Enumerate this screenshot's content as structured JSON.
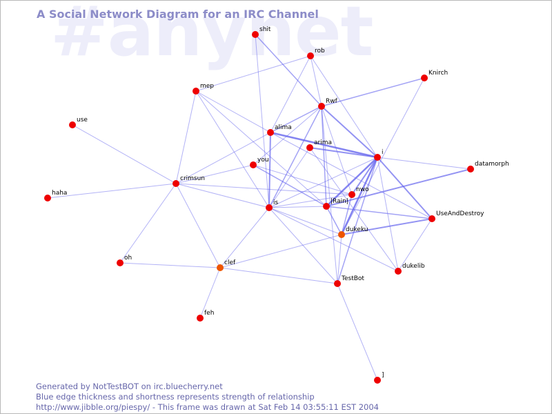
{
  "watermark": "#anynet",
  "title": "A Social Network Diagram for an IRC Channel",
  "footer": {
    "line1": "Generated by NotTestBOT on irc.bluecherry.net",
    "line2": "Blue edge thickness and shortness represents strength of relationship",
    "line3": "http://www.jibble.org/piespy/ - This frame was drawn at Sat Feb 14 03:55:11 EST 2004"
  },
  "colors": {
    "node": "#ee0000",
    "node_active": "#ee5500",
    "edge": "#6666ee",
    "title": "#8c8cc8",
    "watermark": "#ededfa"
  },
  "nodes": [
    {
      "id": "shit",
      "label": "shit"
    },
    {
      "id": "rob",
      "label": "rob"
    },
    {
      "id": "Knirch",
      "label": "Knirch"
    },
    {
      "id": "mep",
      "label": "mep"
    },
    {
      "id": "Rwf",
      "label": "Rwf"
    },
    {
      "id": "use",
      "label": "use"
    },
    {
      "id": "alima",
      "label": "alima"
    },
    {
      "id": "arima",
      "label": "arima"
    },
    {
      "id": "i",
      "label": "i"
    },
    {
      "id": "you",
      "label": "you"
    },
    {
      "id": "datamorph",
      "label": "datamorph"
    },
    {
      "id": "crimsun",
      "label": "crimsun"
    },
    {
      "id": "nwo",
      "label": "nwo"
    },
    {
      "id": "haha",
      "label": "haha"
    },
    {
      "id": "Rain",
      "label": "|Rain|"
    },
    {
      "id": "is",
      "label": "is"
    },
    {
      "id": "UseAndDestroy",
      "label": "UseAndDestroy"
    },
    {
      "id": "dukeku",
      "label": "dukeku",
      "active": true
    },
    {
      "id": "oh",
      "label": "oh"
    },
    {
      "id": "clef",
      "label": "clef",
      "active": true
    },
    {
      "id": "dukelib",
      "label": "dukelib"
    },
    {
      "id": "TestBot",
      "label": "TestBot"
    },
    {
      "id": "feh",
      "label": "feh"
    },
    {
      "id": "bracket",
      "label": "]"
    }
  ],
  "edges": [
    {
      "from": "shit",
      "to": "Rwf",
      "weight": 1.5
    },
    {
      "from": "shit",
      "to": "is",
      "weight": 1
    },
    {
      "from": "rob",
      "to": "mep",
      "weight": 1
    },
    {
      "from": "rob",
      "to": "Rwf",
      "weight": 1
    },
    {
      "from": "rob",
      "to": "alima",
      "weight": 1
    },
    {
      "from": "rob",
      "to": "i",
      "weight": 1
    },
    {
      "from": "Knirch",
      "to": "Rwf",
      "weight": 1.5
    },
    {
      "from": "Knirch",
      "to": "dukeku",
      "weight": 1
    },
    {
      "from": "mep",
      "to": "alima",
      "weight": 1
    },
    {
      "from": "mep",
      "to": "crimsun",
      "weight": 1
    },
    {
      "from": "mep",
      "to": "Rain",
      "weight": 1
    },
    {
      "from": "mep",
      "to": "is",
      "weight": 1
    },
    {
      "from": "Rwf",
      "to": "i",
      "weight": 2
    },
    {
      "from": "Rwf",
      "to": "is",
      "weight": 1.5
    },
    {
      "from": "Rwf",
      "to": "Rain",
      "weight": 1.5
    },
    {
      "from": "Rwf",
      "to": "alima",
      "weight": 1.5
    },
    {
      "from": "Rwf",
      "to": "you",
      "weight": 1
    },
    {
      "from": "Rwf",
      "to": "TestBot",
      "weight": 1
    },
    {
      "from": "Rwf",
      "to": "nwo",
      "weight": 1
    },
    {
      "from": "use",
      "to": "crimsun",
      "weight": 1
    },
    {
      "from": "alima",
      "to": "i",
      "weight": 2.5
    },
    {
      "from": "alima",
      "to": "is",
      "weight": 2
    },
    {
      "from": "alima",
      "to": "crimsun",
      "weight": 1
    },
    {
      "from": "alima",
      "to": "UseAndDestroy",
      "weight": 1
    },
    {
      "from": "arima",
      "to": "i",
      "weight": 2
    },
    {
      "from": "arima",
      "to": "is",
      "weight": 1
    },
    {
      "from": "arima",
      "to": "dukelib",
      "weight": 1
    },
    {
      "from": "i",
      "to": "datamorph",
      "weight": 1
    },
    {
      "from": "i",
      "to": "UseAndDestroy",
      "weight": 2
    },
    {
      "from": "i",
      "to": "nwo",
      "weight": 2
    },
    {
      "from": "i",
      "to": "Rain",
      "weight": 2.5
    },
    {
      "from": "i",
      "to": "dukeku",
      "weight": 2.5
    },
    {
      "from": "i",
      "to": "TestBot",
      "weight": 1.5
    },
    {
      "from": "i",
      "to": "dukelib",
      "weight": 1
    },
    {
      "from": "i",
      "to": "is",
      "weight": 1
    },
    {
      "from": "you",
      "to": "nwo",
      "weight": 1
    },
    {
      "from": "you",
      "to": "Rain",
      "weight": 1.5
    },
    {
      "from": "you",
      "to": "crimsun",
      "weight": 1
    },
    {
      "from": "datamorph",
      "to": "Rain",
      "weight": 2
    },
    {
      "from": "crimsun",
      "to": "haha",
      "weight": 1
    },
    {
      "from": "crimsun",
      "to": "is",
      "weight": 1
    },
    {
      "from": "crimsun",
      "to": "nwo",
      "weight": 1
    },
    {
      "from": "crimsun",
      "to": "clef",
      "weight": 1
    },
    {
      "from": "crimsun",
      "to": "oh",
      "weight": 1
    },
    {
      "from": "nwo",
      "to": "is",
      "weight": 1
    },
    {
      "from": "nwo",
      "to": "dukeku",
      "weight": 1.5
    },
    {
      "from": "Rain",
      "to": "UseAndDestroy",
      "weight": 1.5
    },
    {
      "from": "Rain",
      "to": "dukeku",
      "weight": 1.5
    },
    {
      "from": "Rain",
      "to": "is",
      "weight": 1
    },
    {
      "from": "is",
      "to": "dukelib",
      "weight": 1
    },
    {
      "from": "is",
      "to": "TestBot",
      "weight": 1
    },
    {
      "from": "is",
      "to": "clef",
      "weight": 1
    },
    {
      "from": "is",
      "to": "dukeku",
      "weight": 1
    },
    {
      "from": "UseAndDestroy",
      "to": "dukeku",
      "weight": 2
    },
    {
      "from": "dukeku",
      "to": "TestBot",
      "weight": 1
    },
    {
      "from": "dukeku",
      "to": "clef",
      "weight": 1
    },
    {
      "from": "clef",
      "to": "oh",
      "weight": 1
    },
    {
      "from": "clef",
      "to": "TestBot",
      "weight": 1
    },
    {
      "from": "clef",
      "to": "feh",
      "weight": 1
    },
    {
      "from": "TestBot",
      "to": "bracket",
      "weight": 1
    },
    {
      "from": "UseAndDestroy",
      "to": "dukelib",
      "weight": 1
    }
  ]
}
